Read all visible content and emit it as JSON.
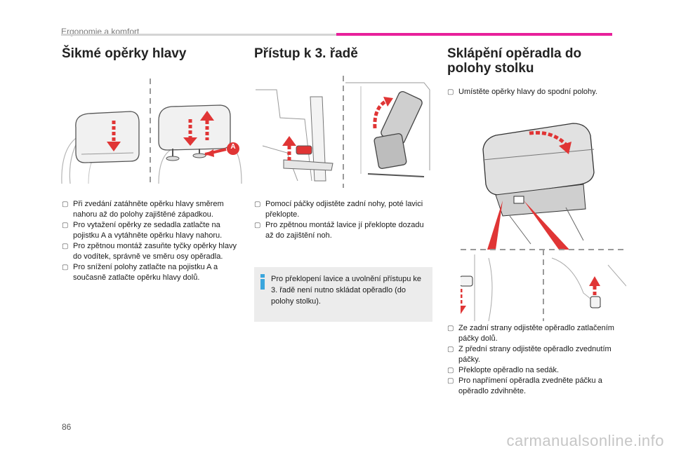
{
  "header": {
    "section_title": "Ergonomie a komfort"
  },
  "col1": {
    "title": "Šikmé opěrky hlavy",
    "callout_label": "A",
    "steps": [
      "Při zvedání zatáhněte opěrku hlavy směrem nahoru až do polohy zajištěné západkou.",
      "Pro vytažení opěrky ze sedadla zatlačte na pojistku A a vytáhněte opěrku hlavy nahoru.",
      "Pro zpětnou montáž zasuňte tyčky opěrky hlavy do vodítek, správně ve směru osy opěradla.",
      "Pro snížení polohy zatlačte na pojistku A a současně zatlačte opěrku hlavy dolů."
    ]
  },
  "col2": {
    "title": "Přístup k 3. řadě",
    "steps": [
      "Pomocí páčky odjistěte zadní nohy, poté lavici překlopte.",
      "Pro zpětnou montáž lavice jí překlopte dozadu až do zajištění noh."
    ],
    "note": "Pro překlopení lavice a uvolnění přístupu ke 3. řadě není nutno skládat opěradlo (do polohy stolku)."
  },
  "col3": {
    "title_line1": "Sklápění opěradla do",
    "title_line2": "polohy stolku",
    "intro": "Umístěte opěrky hlavy do spodní polohy.",
    "steps": [
      "Ze zadní strany odjistěte opěradlo zatlačením páčky dolů.",
      "Z přední strany odjistěte opěradlo zvednutím páčky.",
      "Překlopte opěradlo na sedák.",
      "Pro napřímení opěradla zvedněte páčku a opěradlo zdvihněte."
    ]
  },
  "footer": {
    "page_number": "86",
    "watermark": "carmanualsonline.info"
  },
  "colors": {
    "accent_pink": "#e8209b",
    "arrow_red": "#e03535",
    "note_bg": "#ececec",
    "info_blue": "#3aa6dd"
  },
  "icons": {
    "bullet": "bullet-marker-icon",
    "info": "info-icon"
  }
}
